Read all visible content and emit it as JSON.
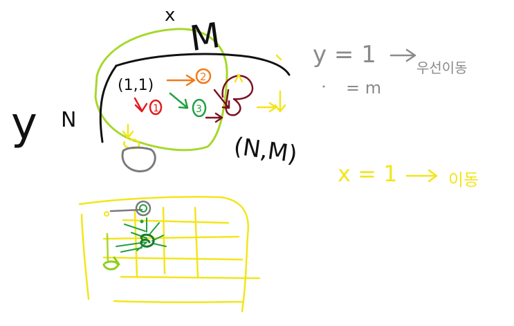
{
  "labels": {
    "x": "x",
    "m_top": "M",
    "y_left": "y",
    "n_left": "N",
    "start_cell": "(1,1)",
    "end_cell": "(N,M)",
    "step_1": "1",
    "step_2": "2",
    "step_3": "3",
    "note_y": "y = 1",
    "note_y_result": "우선이동",
    "note_m": "= m",
    "note_x": "x = 1",
    "note_x_result": "이동"
  },
  "colors": {
    "ink": "#111111",
    "green_outline": "#a6d82a",
    "orange": "#f07a1a",
    "red": "#e01c1c",
    "green": "#20a040",
    "maroon": "#7a0f1f",
    "yellow": "#f2e61a",
    "gray": "#7a7a7a",
    "note_gray": "#8a8a8a"
  }
}
